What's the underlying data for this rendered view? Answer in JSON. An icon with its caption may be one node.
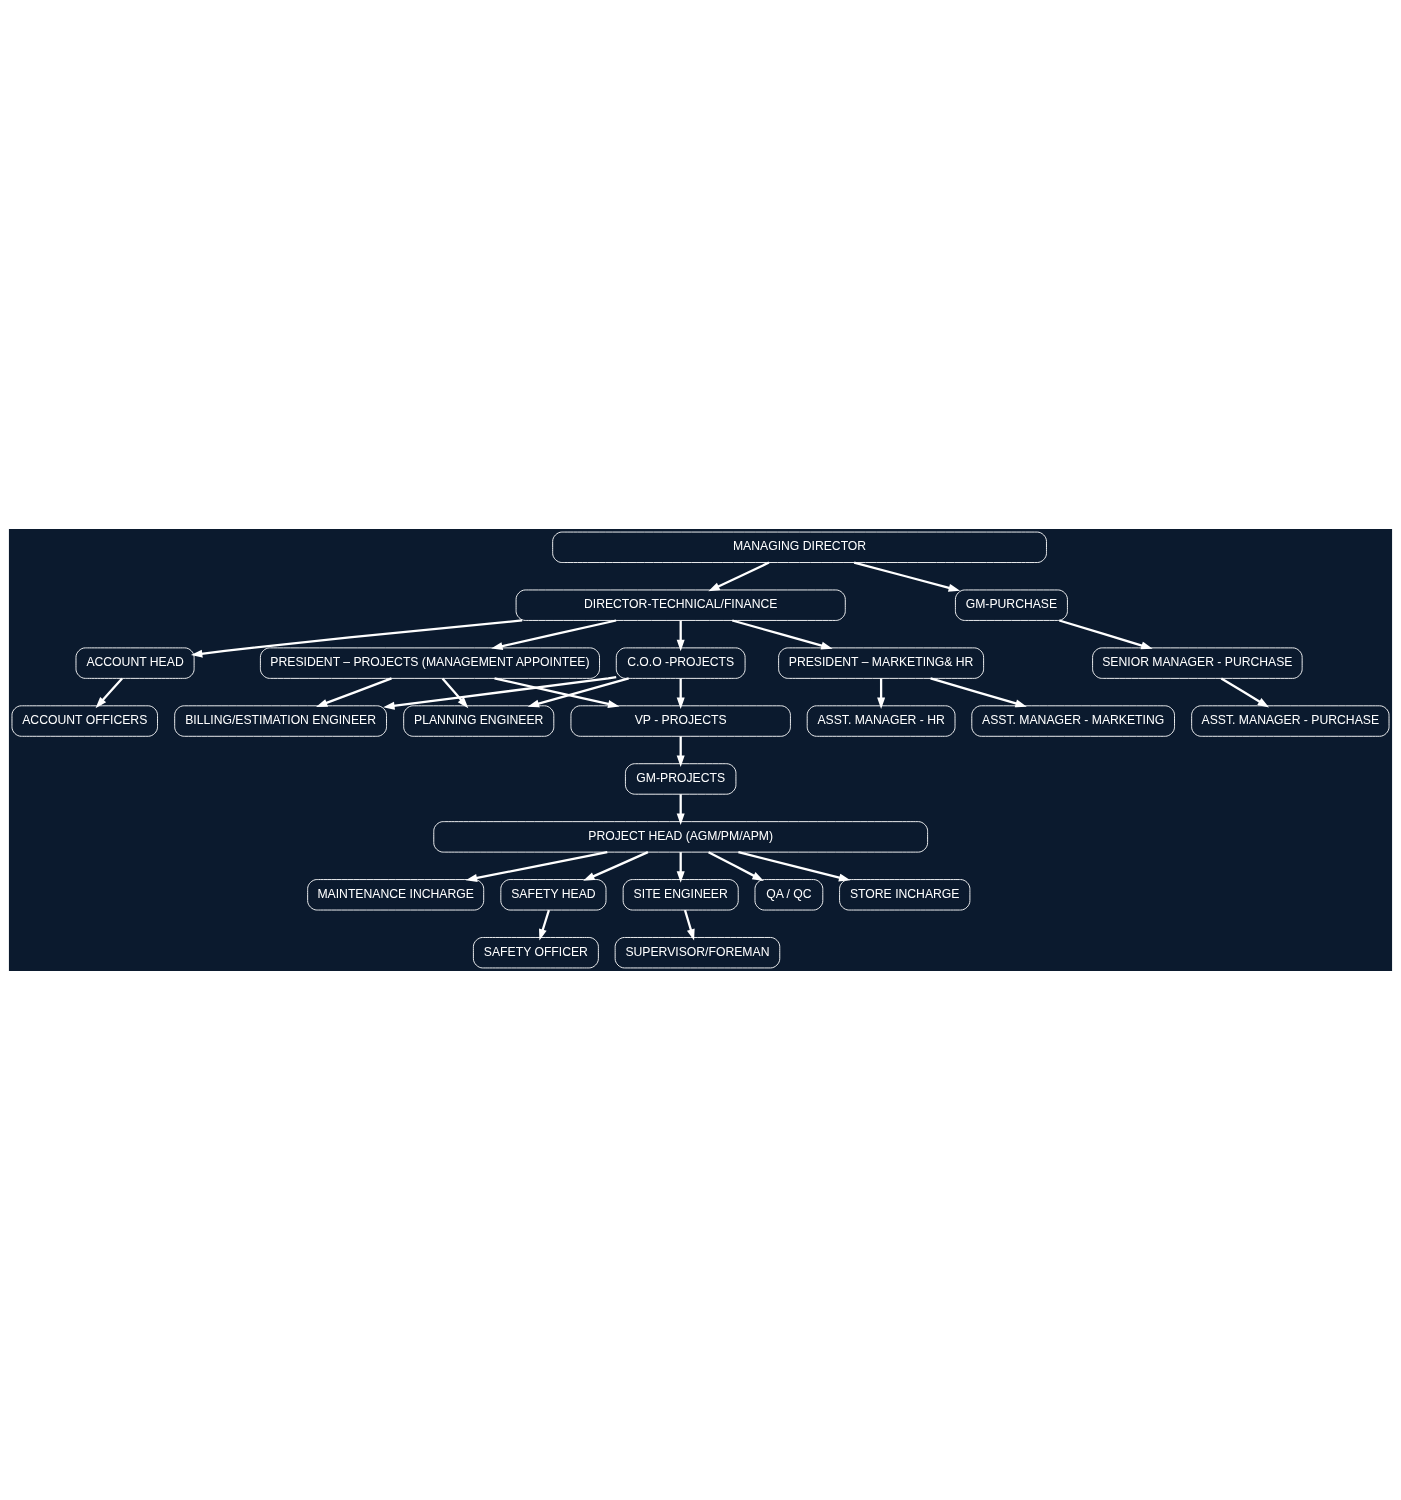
{
  "diagram": {
    "nodes": [
      {
        "text": [
          "MANAGING DIRECTOR"
        ]
      },
      {
        "text": [
          "DIRECTOR-TECHNICAL/FINANCE"
        ]
      },
      {
        "text": [
          "GM-PURCHASE"
        ]
      },
      {
        "text": [
          "ACCOUNT HEAD"
        ]
      },
      {
        "text": [
          "PRESIDENT – MARKETING& HR"
        ]
      },
      {
        "text": [
          "PRESIDENT – PROJECTS (MANAGEMENT APPOINTEE)"
        ]
      },
      {
        "text": [
          "C.O.O -PROJECTS"
        ]
      },
      {
        "text": [
          "ASST. MANAGER - HR"
        ]
      },
      {
        "text": [
          "ASST. MANAGER - MARKETING"
        ]
      },
      {
        "text": [
          "SENIOR MANAGER - PURCHASE"
        ]
      },
      {
        "text": [
          "ACCOUNT OFFICERS"
        ]
      },
      {
        "text": [
          "BILLING/ESTIMATION ENGINEER"
        ]
      },
      {
        "text": [
          "PLANNING ENGINEER"
        ]
      },
      {
        "text": [
          "ASST. MANAGER - PURCHASE"
        ]
      },
      {
        "text": [
          "VP - PROJECTS"
        ]
      },
      {
        "text": [
          "GM-PROJECTS"
        ]
      },
      {
        "text": [
          "PROJECT HEAD (AGM/PM/APM)"
        ]
      },
      {
        "text": [
          "MAINTENANCE INCHARGE"
        ]
      },
      {
        "text": [
          "SAFETY HEAD"
        ]
      },
      {
        "text": [
          "SITE ENGINEER"
        ]
      },
      {
        "text": [
          "QA / QC"
        ]
      },
      {
        "text": [
          "STORE INCHARGE"
        ]
      },
      {
        "text": [
          "SAFETY OFFICER"
        ]
      },
      {
        "text": [
          "SUPERVISOR/FOREMAN"
        ]
      }
    ],
    "edges": [
      {
        "from": 0,
        "to": 1,
        "arrow": "to"
      },
      {
        "from": 0,
        "to": 2,
        "arrow": "to"
      },
      {
        "from": 1,
        "to": 3,
        "arrow": "to"
      },
      {
        "from": 1,
        "to": 4,
        "arrow": "to"
      },
      {
        "from": 1,
        "to": 5,
        "arrow": "to"
      },
      {
        "from": 1,
        "to": 6,
        "arrow": "to"
      },
      {
        "from": 2,
        "to": 9,
        "arrow": "to"
      },
      {
        "from": 3,
        "to": 10,
        "arrow": "to"
      },
      {
        "from": 4,
        "to": 7,
        "arrow": "to"
      },
      {
        "from": 4,
        "to": 8,
        "arrow": "to"
      },
      {
        "from": 5,
        "to": 11,
        "arrow": "to"
      },
      {
        "from": 5,
        "to": 14,
        "arrow": "to"
      },
      {
        "from": 5,
        "to": 12,
        "arrow": "to"
      },
      {
        "from": 6,
        "to": 11,
        "arrow": "to"
      },
      {
        "from": 6,
        "to": 14,
        "arrow": "to"
      },
      {
        "from": 6,
        "to": 12,
        "arrow": "to"
      },
      {
        "from": 9,
        "to": 13,
        "arrow": "to"
      },
      {
        "from": 14,
        "to": 15,
        "arrow": "to"
      },
      {
        "from": 15,
        "to": 16,
        "arrow": "to"
      },
      {
        "from": 16,
        "to": 17,
        "arrow": "to"
      },
      {
        "from": 16,
        "to": 18,
        "arrow": "to"
      },
      {
        "from": 16,
        "to": 19,
        "arrow": "to"
      },
      {
        "from": 16,
        "to": 20,
        "arrow": "to"
      },
      {
        "from": 16,
        "to": 21,
        "arrow": "to"
      },
      {
        "from": 18,
        "to": 22,
        "arrow": "to"
      },
      {
        "from": 19,
        "to": 23,
        "arrow": "to"
      }
    ]
  }
}
